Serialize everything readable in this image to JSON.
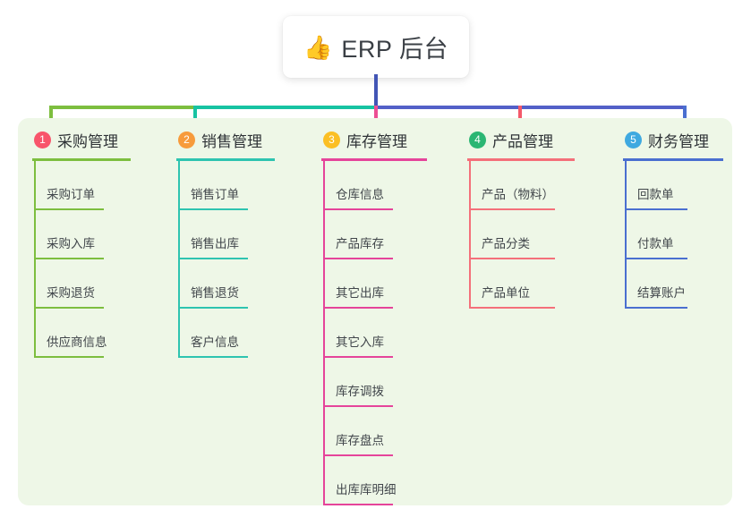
{
  "root": {
    "icon": "thumbs-up-emoji",
    "icon_glyph": "👍",
    "title": "ERP 后台"
  },
  "colors": {
    "panel_bg": "#eef7e7",
    "page_bg": "#ffffff",
    "stem": "#4255b5",
    "connector_green": "#7dbe3f",
    "connector_teal": "#17c3a2",
    "connector_blue": "#5360c8",
    "drop_green": "#7dbe3f",
    "drop_teal": "#17c3a2",
    "drop_pink": "#ed4e94",
    "drop_red": "#f4596a",
    "drop_blue": "#4a6fd0"
  },
  "columns": [
    {
      "number": "1",
      "title": "采购管理",
      "badge_color": "#f8556b",
      "line_color": "#7dbe3f",
      "items": [
        "采购订单",
        "采购入库",
        "采购退货",
        "供应商信息"
      ]
    },
    {
      "number": "2",
      "title": "销售管理",
      "badge_color": "#f79b3c",
      "line_color": "#2ec4b0",
      "items": [
        "销售订单",
        "销售出库",
        "销售退货",
        "客户信息"
      ]
    },
    {
      "number": "3",
      "title": "库存管理",
      "badge_color": "#fbbf24",
      "line_color": "#e5449a",
      "items": [
        "仓库信息",
        "产品库存",
        "其它出库",
        "其它入库",
        "库存调拨",
        "库存盘点",
        "出库库明细"
      ]
    },
    {
      "number": "4",
      "title": "产品管理",
      "badge_color": "#2bb673",
      "line_color": "#f4707a",
      "items": [
        "产品（物料）",
        "产品分类",
        "产品单位"
      ]
    },
    {
      "number": "5",
      "title": "财务管理",
      "badge_color": "#3fa9e0",
      "line_color": "#4a6fd0",
      "items": [
        "回款单",
        "付款单",
        "结算账户"
      ]
    }
  ]
}
